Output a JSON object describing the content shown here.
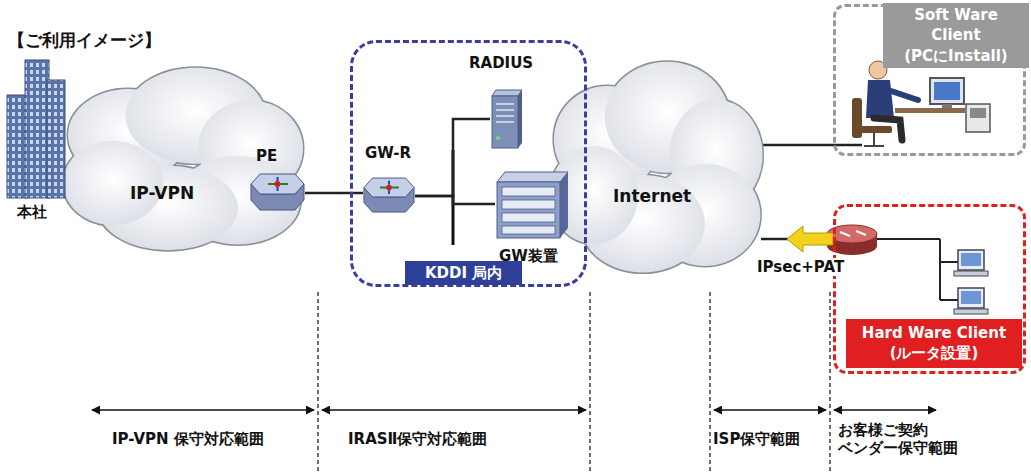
{
  "diagram": {
    "title": "【ご利用イメージ】",
    "nodes": [
      {
        "text": [
          "本社"
        ]
      },
      {
        "text": [
          "IP-VPN"
        ]
      },
      {
        "text": [
          "PE"
        ]
      },
      {
        "text": [
          "KDDI 局内"
        ]
      },
      {
        "text": [
          "GW-R"
        ],
        "in": 3
      },
      {
        "text": [
          "RADIUS"
        ],
        "in": 3
      },
      {
        "text": [
          "GW装置"
        ],
        "in": 3
      },
      {
        "text": [
          "Internet"
        ]
      },
      {
        "text": [
          "Soft Ware Client (PCにInstall)"
        ]
      },
      {
        "text": [
          "Hard Ware Client (ルータ設置)"
        ]
      }
    ],
    "edges": [
      {
        "from": 2,
        "to": 4,
        "arrow": "none"
      },
      {
        "from": 4,
        "to": 5,
        "arrow": "none"
      },
      {
        "from": 4,
        "to": 6,
        "arrow": "none"
      },
      {
        "from": 7,
        "to": 8,
        "arrow": "none"
      },
      {
        "from": 9,
        "to": 7,
        "arrow": "to",
        "label": "IPsec+PAT"
      }
    ],
    "labels": [
      "IP-VPN 保守対応範囲",
      "IRASⅡ保守対応範囲",
      "ISP保守範囲",
      "お客様ご契約 ベンダー保守範囲"
    ]
  }
}
